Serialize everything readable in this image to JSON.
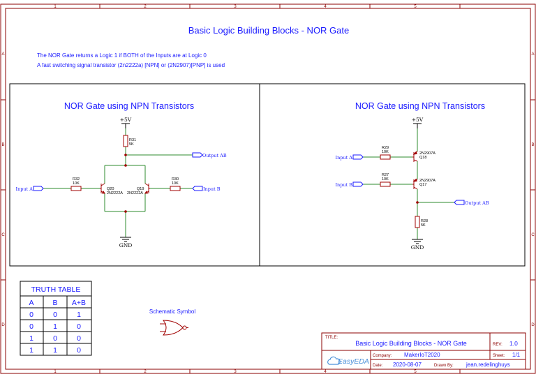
{
  "title": "Basic Logic Building Blocks - NOR Gate",
  "description": [
    "The NOR Gate returns a Logic 1 if BOTH of the Inputs are at Logic 0",
    "A fast switching signal transistor (2n2222a) [NPN] or (2N2907)[PNP] is used"
  ],
  "frame": {
    "columns": [
      "1",
      "2",
      "3",
      "4",
      "5"
    ],
    "rows": [
      "A",
      "B",
      "C",
      "D"
    ]
  },
  "left_circuit": {
    "heading": "NOR Gate using NPN Transistors",
    "supply": "+5V",
    "ground": "GND",
    "r_pullup": {
      "ref": "R31",
      "value": "5K"
    },
    "r_in_a": {
      "ref": "R32",
      "value": "10K"
    },
    "r_in_b": {
      "ref": "R30",
      "value": "10K"
    },
    "q_a": {
      "ref": "Q20",
      "part": "2N2222A"
    },
    "q_b": {
      "ref": "Q19",
      "part": "2N2222A"
    },
    "input_a": "Input A",
    "input_b": "Input B",
    "output": "Output AB"
  },
  "right_circuit": {
    "heading": "NOR Gate using NPN Transistors",
    "supply": "+5V",
    "ground": "GND",
    "r_in_a": {
      "ref": "R29",
      "value": "10K"
    },
    "r_in_b": {
      "ref": "R27",
      "value": "10K"
    },
    "r_pulldown": {
      "ref": "R28",
      "value": "5K"
    },
    "q_a": {
      "ref": "Q18",
      "part": "2N2907A"
    },
    "q_b": {
      "ref": "Q17",
      "part": "2N2907A"
    },
    "input_a": "Input A",
    "input_b": "Input B",
    "output": "Output AB"
  },
  "truth_table": {
    "title": "TRUTH TABLE",
    "headers": [
      "A",
      "B",
      "A+B"
    ],
    "rows": [
      [
        "0",
        "0",
        "1"
      ],
      [
        "0",
        "1",
        "0"
      ],
      [
        "1",
        "0",
        "0"
      ],
      [
        "1",
        "1",
        "0"
      ]
    ]
  },
  "symbol_label": "Schematic Symbol",
  "title_block": {
    "title_label": "TITLE:",
    "title": "Basic Logic Building Blocks - NOR Gate",
    "rev_label": "REV:",
    "rev": "1.0",
    "company_label": "Company:",
    "company": "MakerIoT2020",
    "sheet_label": "Sheet:",
    "sheet": "1/1",
    "date_label": "Date:",
    "date": "2020-08-07",
    "drawn_label": "Drawn By:",
    "drawn": "jean.redelinghuys",
    "logo": "EasyEDA"
  }
}
